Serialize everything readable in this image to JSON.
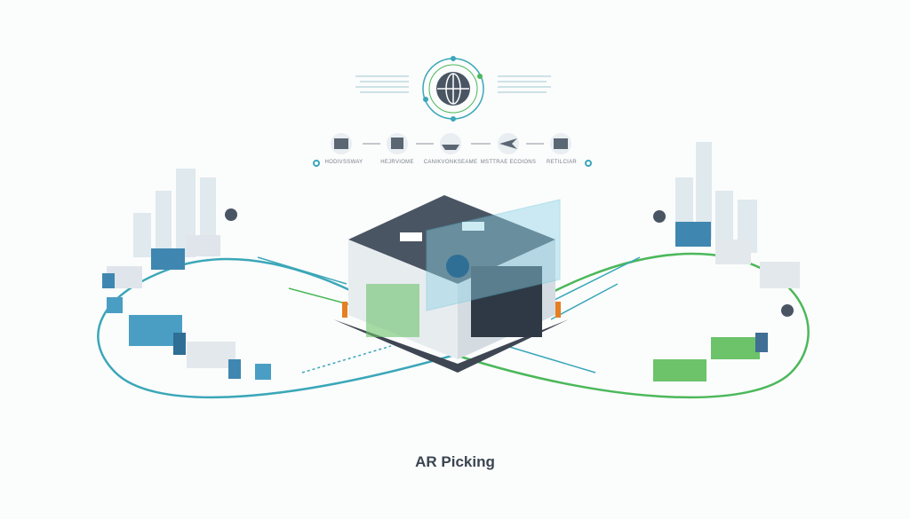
{
  "title": "AR Picking",
  "flow_steps": [
    {
      "label": "HODIVSSWAY",
      "icon": "factory-icon"
    },
    {
      "label": "HEJRVIOME",
      "icon": "warehouse-icon"
    },
    {
      "label": "CANIKVONKSEAME",
      "icon": "ship-icon"
    },
    {
      "label": "MSTTRAE ECOIONS",
      "icon": "airplane-icon"
    },
    {
      "label": "RETILCIAR",
      "icon": "store-icon"
    }
  ],
  "colors": {
    "teal": "#3aa7b8",
    "green": "#4bb85a",
    "dark": "#4a5563",
    "blue": "#5fa8c8"
  }
}
